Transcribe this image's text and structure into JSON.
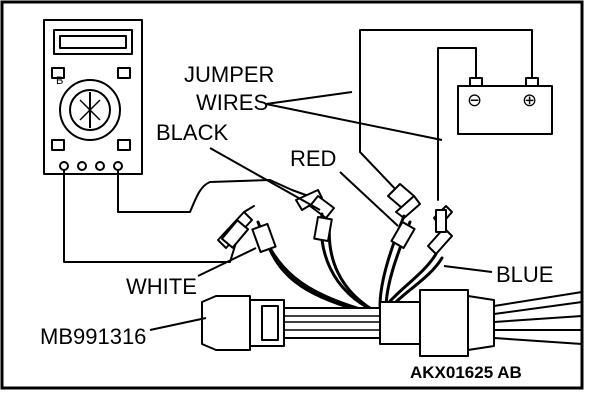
{
  "labels": {
    "jumper_line1": "JUMPER",
    "jumper_line2": "WIRES",
    "black": "BLACK",
    "red": "RED",
    "white": "WHITE",
    "blue": "BLUE",
    "tool_id": "MB991316",
    "figure_code": "AKX01625 AB"
  },
  "multimeter": {
    "mode_text": "B"
  },
  "battery": {
    "negative_symbol": "⊖",
    "positive_symbol": "⊕"
  }
}
